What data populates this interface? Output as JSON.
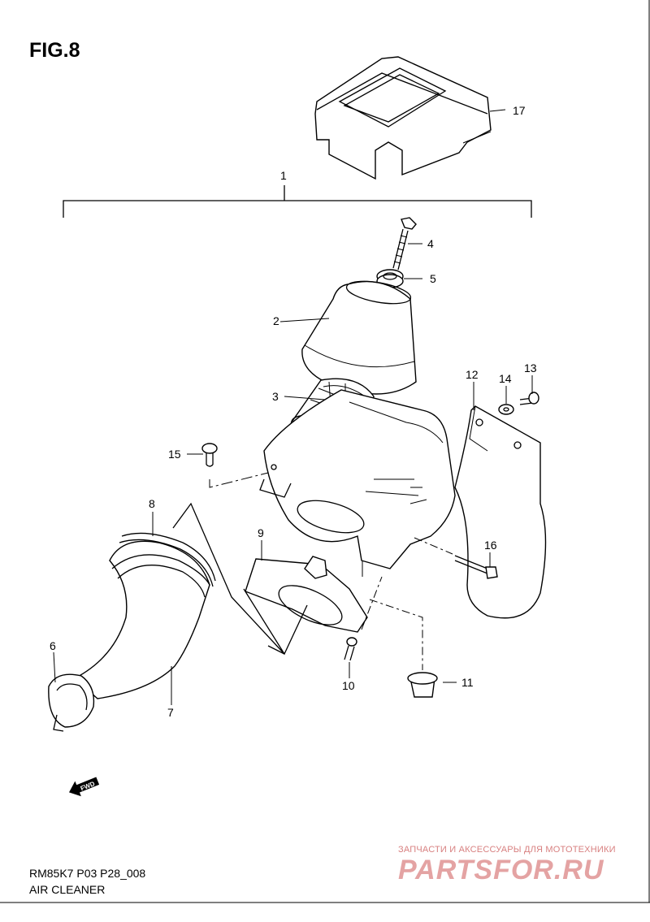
{
  "figure": {
    "title": "FIG.8",
    "model_code": "RM85K7 P03 P28_008",
    "section_name": "AIR CLEANER"
  },
  "callouts": {
    "p1": "1",
    "p2": "2",
    "p3": "3",
    "p4": "4",
    "p5": "5",
    "p6": "6",
    "p7": "7",
    "p8": "8",
    "p9": "9",
    "p10": "10",
    "p11": "11",
    "p12": "12",
    "p13": "13",
    "p14": "14",
    "p15": "15",
    "p16": "16",
    "p17": "17"
  },
  "direction_badge": "FWD",
  "watermark": {
    "tagline": "ЗАПЧАСТИ И АКСЕССУАРЫ ДЛЯ МОТОТЕХНИКИ",
    "logo": "PARTSFOR.RU"
  }
}
